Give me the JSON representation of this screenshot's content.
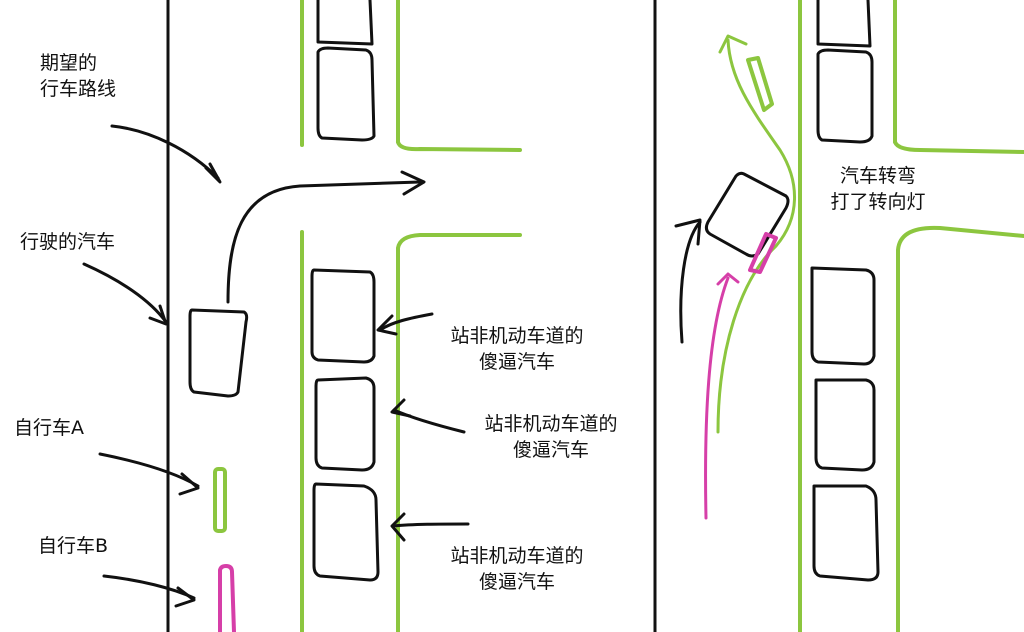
{
  "colors": {
    "ink": "#111111",
    "bike_lane_line": "#8cc63f",
    "bicycle_a": "#8cc63f",
    "bicycle_b": "#d63fa8",
    "background": "#ffffff"
  },
  "labels": {
    "expected_route": [
      "期望的",
      "行车路线"
    ],
    "moving_car": "行驶的汽车",
    "bicycle_a": "自行车A",
    "bicycle_b": "自行车B",
    "parked_car_1": [
      "站非机动车道的",
      "傻逼汽车"
    ],
    "parked_car_2": [
      "站非机动车道的",
      "傻逼汽车"
    ],
    "parked_car_3": [
      "站非机动车道的",
      "傻逼汽车"
    ],
    "turn_signal": [
      "汽车转弯",
      "打了转向灯"
    ]
  },
  "icons": {
    "moving_car": "car-outline-icon",
    "parked_car": "car-outline-icon",
    "bicycle": "bicycle-bar-icon",
    "arrow": "hand-drawn-arrow-icon"
  }
}
